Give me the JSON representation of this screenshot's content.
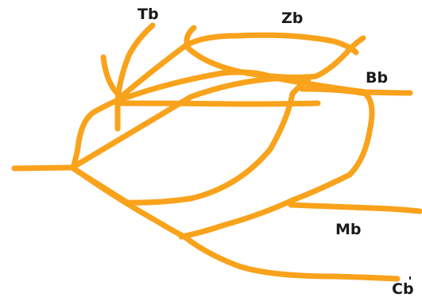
{
  "diagram": {
    "stroke_color": "#F9A21B",
    "label_color": "#1a1a1a",
    "labels": {
      "tb": "Tb",
      "zb": "Zb",
      "bb": "Bb",
      "mb": "Mb",
      "cb": "Cb"
    }
  }
}
